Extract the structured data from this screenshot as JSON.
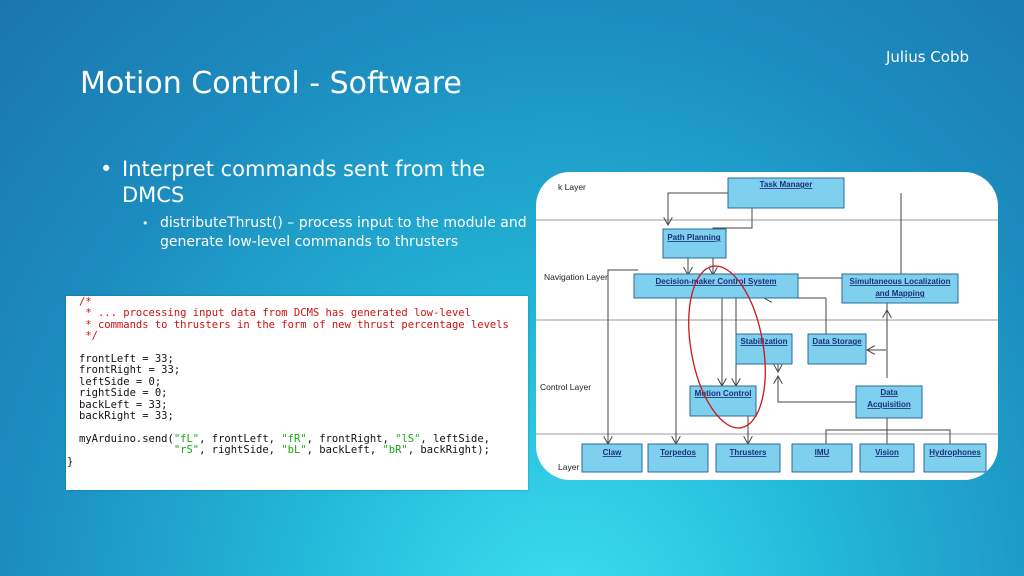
{
  "slide": {
    "author": "Julius Cobb",
    "title": "Motion Control - Software",
    "bullets": [
      {
        "text": "Interpret commands sent from the DMCS",
        "sub": [
          {
            "text": "distributeThrust() – process input to the module and generate low-level commands to thrusters"
          }
        ]
      }
    ]
  },
  "code": {
    "lines": [
      "/*",
      " * ... processing input data from DCMS has generated low-level",
      " * commands to thrusters in the form of new thrust percentage levels",
      " */",
      "",
      "frontLeft = 33;",
      "frontRight = 33;",
      "leftSide = 0;",
      "rightSide = 0;",
      "backLeft = 33;",
      "backRight = 33;",
      "",
      "myArduino.send(\"fL\", frontLeft, \"fR\", frontRight, \"lS\", leftSide,",
      "               \"rS\", rightSide, \"bL\", backLeft, \"bR\", backRight);",
      "}"
    ]
  },
  "diagram": {
    "layers": {
      "top": "k Layer",
      "navigation": "Navigation Layer",
      "control": "Control Layer",
      "bottom": "Layer"
    },
    "modules": {
      "task_manager": "Task Manager",
      "path_planning": "Path Planning",
      "dmcs": "Decision-maker Control System",
      "slam_1": "Simultaneous Localization",
      "slam_2": "and Mapping",
      "stabilization": "Stabilization",
      "data_storage": "Data Storage",
      "motion_control": "Motion Control",
      "data_acq_1": "Data",
      "data_acq_2": "Acquisition",
      "claw": "Claw",
      "torpedos": "Torpedos",
      "thrusters": "Thrusters",
      "imu": "IMU",
      "vision": "Vision",
      "hydrophones": "Hydrophones"
    },
    "colors": {
      "module_fill": "#7fd0ee",
      "module_border": "#2a6b9c",
      "highlight": "#c81818"
    }
  }
}
